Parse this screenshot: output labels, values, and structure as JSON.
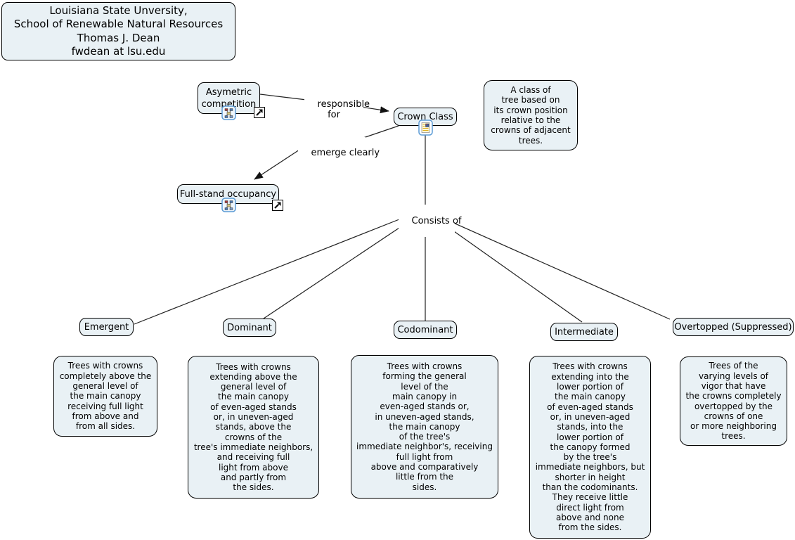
{
  "colors": {
    "background": "#ffffff",
    "node_fill": "#e9f1f5",
    "node_border": "#000000",
    "line_color": "#222222",
    "icon_border": "#5b9bd5"
  },
  "credits": {
    "text": "Louisiana State Unversity,\nSchool of Renewable Natural Resources\nThomas J. Dean\nfwdean at lsu.edu"
  },
  "concepts": {
    "asymetric_competition": "Asymetric\ncompetition",
    "crown_class": "Crown Class",
    "full_stand_occupancy": "Full-stand occupancy",
    "emergent": "Emergent",
    "dominant": "Dominant",
    "codominant": "Codominant",
    "intermediate": "Intermediate",
    "overtopped": "Overtopped (Suppressed)"
  },
  "annotations": {
    "crown_class_definition": "A class of\ntree based on\nits crown position\nrelative to the\ncrowns of adjacent\ntrees.",
    "emergent_definition": "Trees with crowns\ncompletely above the\ngeneral level of\nthe main canopy\nreceiving full light\nfrom above and\nfrom all sides.",
    "dominant_definition": "Trees with crowns\nextending above the\ngeneral level of\nthe main canopy\nof even-aged stands\nor, in uneven-aged\nstands, above the\ncrowns of the\ntree's immediate neighbors,\nand receiving full\nlight from above\nand partly from\nthe sides.",
    "codominant_definition": "Trees with crowns\nforming the general\nlevel of the\nmain canopy in\neven-aged stands or,\nin uneven-aged stands,\nthe main canopy\nof the tree's\nimmediate neighbor's, receiving\nfull light from\nabove and comparatively\nlittle from the\nsides.",
    "intermediate_definition": "Trees with crowns\nextending into the\nlower portion of\nthe main canopy\nof even-aged stands\nor, in uneven-aged\nstands, into the\nlower portion of\nthe canopy formed\nby the tree's\nimmediate neighbors, but\nshorter in height\nthan the codominants.\nThey receive little\ndirect light from\nabove and none\nfrom the sides.",
    "overtopped_definition": "Trees of the\nvarying levels of\nvigor that have\nthe crowns completely\novertopped by the\ncrowns of one\nor more neighboring\ntrees."
  },
  "linking_phrases": {
    "responsible_for": "responsible\nfor",
    "emerge_clearly": "emerge clearly",
    "consists_of": "Consists of"
  },
  "icons": {
    "concept_map": "concept-map-resource-icon",
    "document": "document-resource-icon",
    "external_link": "external-link-icon"
  }
}
